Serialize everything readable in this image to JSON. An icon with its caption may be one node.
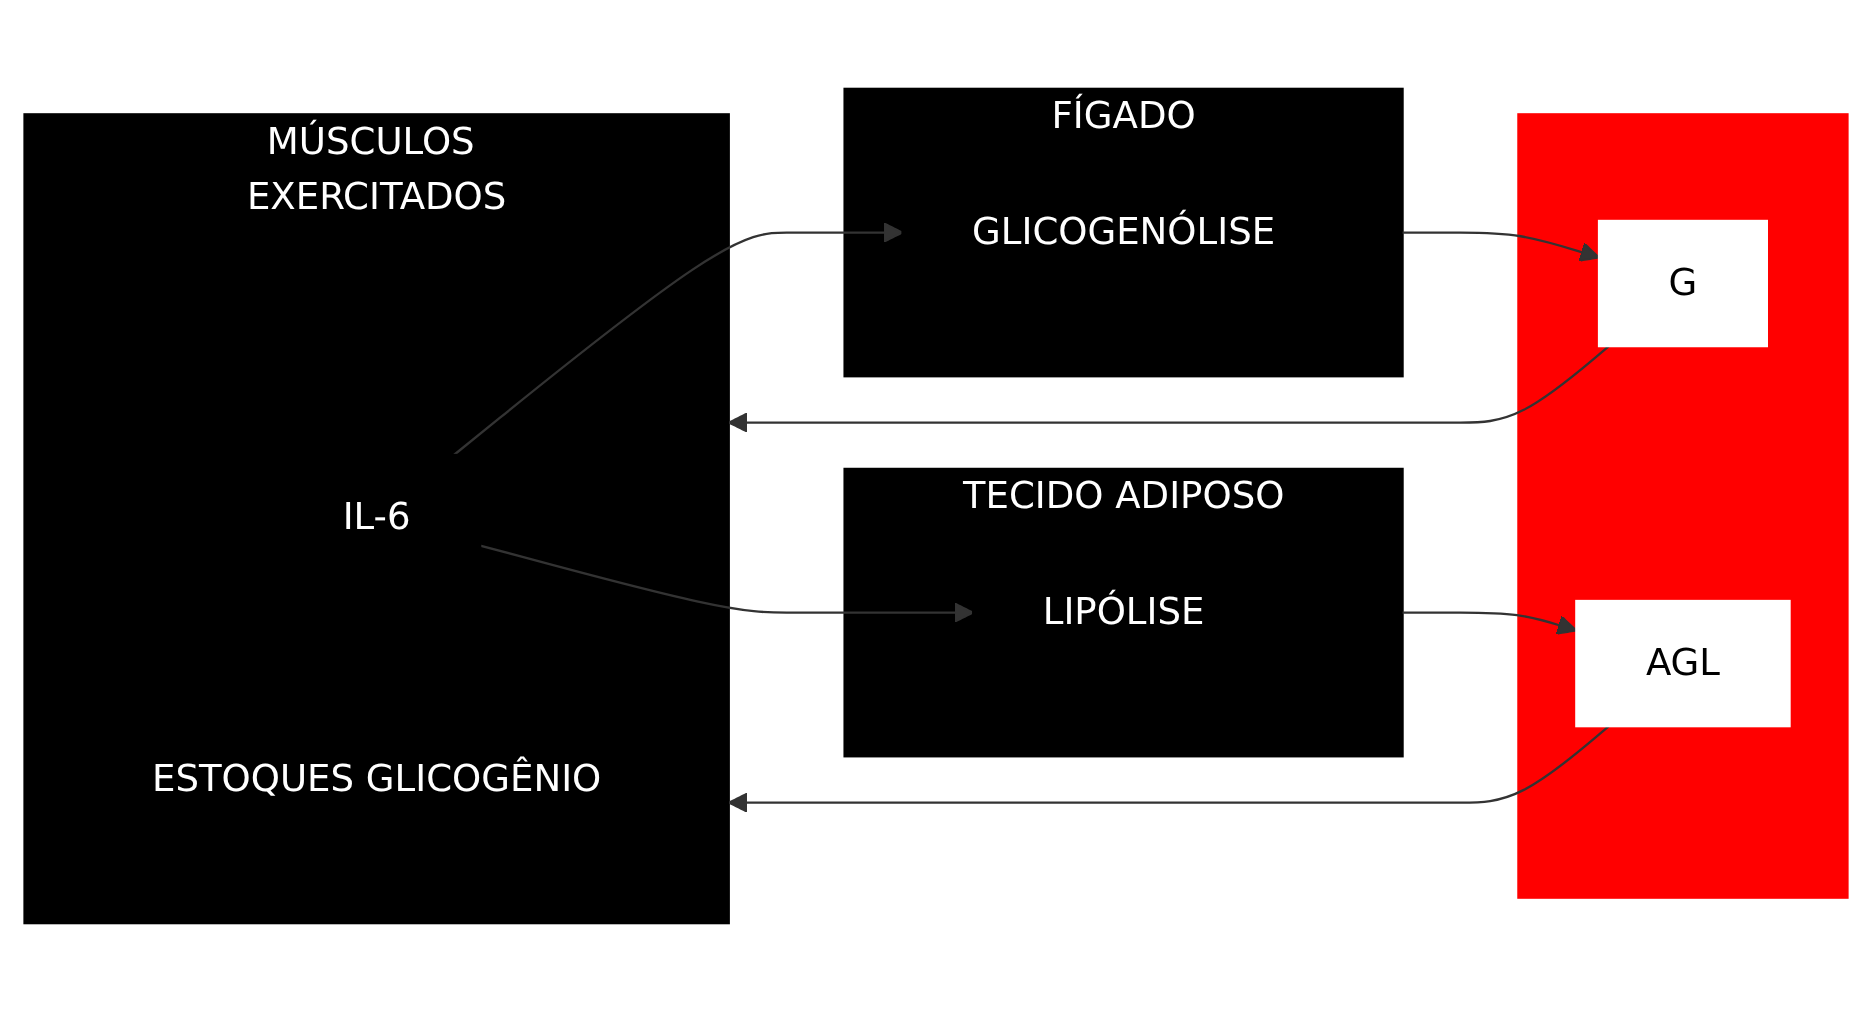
{
  "diagram": {
    "nodes": [
      {
        "text": [
          "MÚSCULOS EXERCITADOS"
        ]
      },
      {
        "text": [
          "IL-6"
        ],
        "in": 0
      },
      {
        "text": [
          "ESTOQUES GLICOGÊNIO"
        ],
        "in": 0
      },
      {
        "text": [],
        "shape": "bar"
      },
      {
        "text": [
          "G"
        ],
        "in": 3
      },
      {
        "text": [
          "AGL"
        ],
        "in": 3
      },
      {
        "text": [
          "FÍGADO"
        ]
      },
      {
        "text": [
          "GLICOGENÓLISE"
        ],
        "in": 6
      },
      {
        "text": [
          "TECIDO ADIPOSO"
        ]
      },
      {
        "text": [
          "LIPÓLISE"
        ],
        "in": 8
      }
    ],
    "edges": [
      {
        "from": 6,
        "to": 4,
        "arrow": "to"
      },
      {
        "from": 4,
        "to": 0,
        "arrow": "to"
      },
      {
        "from": 1,
        "to": 7,
        "arrow": "to"
      },
      {
        "from": 1,
        "to": 9,
        "arrow": "to"
      },
      {
        "from": 8,
        "to": 5,
        "arrow": "to"
      },
      {
        "from": 5,
        "to": 0,
        "arrow": "to"
      }
    ]
  }
}
